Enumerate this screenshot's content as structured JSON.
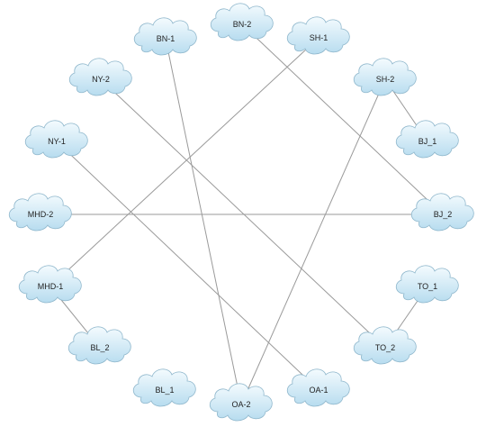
{
  "colors": {
    "cloud_top": "#f4fbfe",
    "cloud_bottom": "#b7dcef",
    "cloud_stroke": "#8fb7cc",
    "link": "#9a9a9a"
  },
  "nodes": [
    {
      "id": "BN-1",
      "label": "BN-1"
    },
    {
      "id": "BN-2",
      "label": "BN-2"
    },
    {
      "id": "SH-1",
      "label": "SH-1"
    },
    {
      "id": "NY-2",
      "label": "NY-2"
    },
    {
      "id": "SH-2",
      "label": "SH-2"
    },
    {
      "id": "NY-1",
      "label": "NY-1"
    },
    {
      "id": "BJ_1",
      "label": "BJ_1"
    },
    {
      "id": "MHD-2",
      "label": "MHD-2"
    },
    {
      "id": "BJ_2",
      "label": "BJ_2"
    },
    {
      "id": "MHD-1",
      "label": "MHD-1"
    },
    {
      "id": "TO_1",
      "label": "TO_1"
    },
    {
      "id": "BL_2",
      "label": "BL_2"
    },
    {
      "id": "TO_2",
      "label": "TO_2"
    },
    {
      "id": "BL_1",
      "label": "BL_1"
    },
    {
      "id": "OA-1",
      "label": "OA-1"
    },
    {
      "id": "OA-2",
      "label": "OA-2"
    }
  ],
  "links": [
    {
      "from": "BN-1",
      "to": "OA-2"
    },
    {
      "from": "BN-2",
      "to": "BJ_2"
    },
    {
      "from": "SH-1",
      "to": "MHD-1"
    },
    {
      "from": "NY-2",
      "to": "TO_2"
    },
    {
      "from": "SH-2",
      "to": "BJ_1"
    },
    {
      "from": "SH-2",
      "to": "OA-2"
    },
    {
      "from": "NY-1",
      "to": "OA-1"
    },
    {
      "from": "MHD-2",
      "to": "BJ_2"
    },
    {
      "from": "MHD-1",
      "to": "BL_2"
    },
    {
      "from": "TO_1",
      "to": "TO_2"
    }
  ]
}
